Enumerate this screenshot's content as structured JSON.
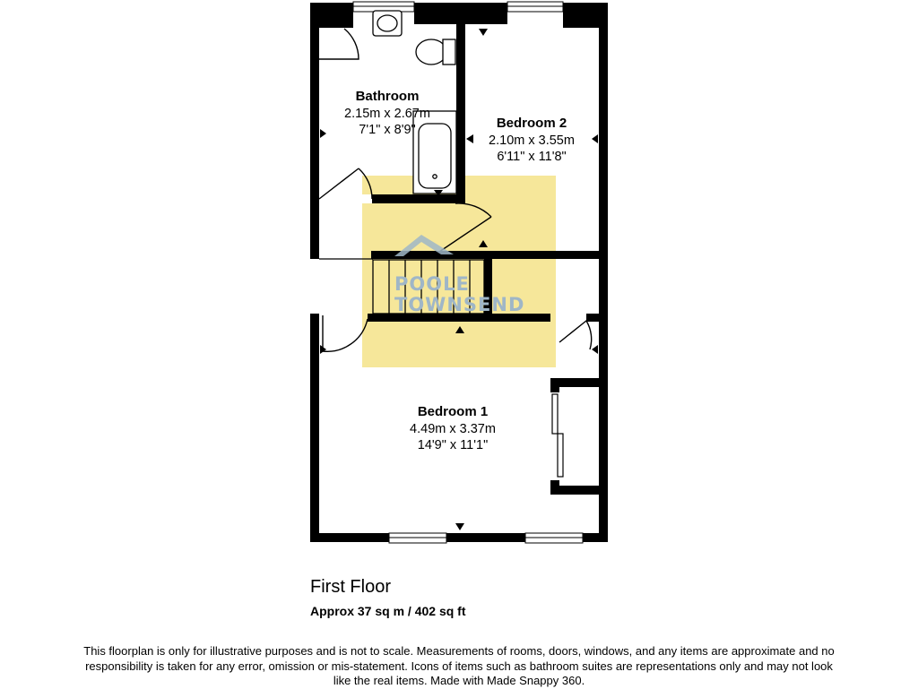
{
  "rooms": {
    "bathroom": {
      "name": "Bathroom",
      "metric": "2.15m x 2.67m",
      "imperial": "7'1\" x 8'9\""
    },
    "bedroom2": {
      "name": "Bedroom 2",
      "metric": "2.10m x 3.55m",
      "imperial": "6'11\" x 11'8\""
    },
    "bedroom1": {
      "name": "Bedroom 1",
      "metric": "4.49m x 3.37m",
      "imperial": "14'9\" x 11'1\""
    }
  },
  "watermark": {
    "line1": "POOLE",
    "line2": "TOWNSEND"
  },
  "floor": {
    "title": "First Floor",
    "area": "Approx 37 sq m / 402 sq ft"
  },
  "disclaimer": "This floorplan is only for illustrative purposes and is not to scale. Measurements of rooms, doors, windows, and any items are approximate and no responsibility is taken for any error, omission or mis-statement. Icons of items such as bathroom suites are representations only and may not look like the real items. Made with Made Snappy 360.",
  "colors": {
    "wall": "#000000",
    "watermark_fill": "#f6e79a",
    "watermark_text": "#9fb6c7"
  }
}
